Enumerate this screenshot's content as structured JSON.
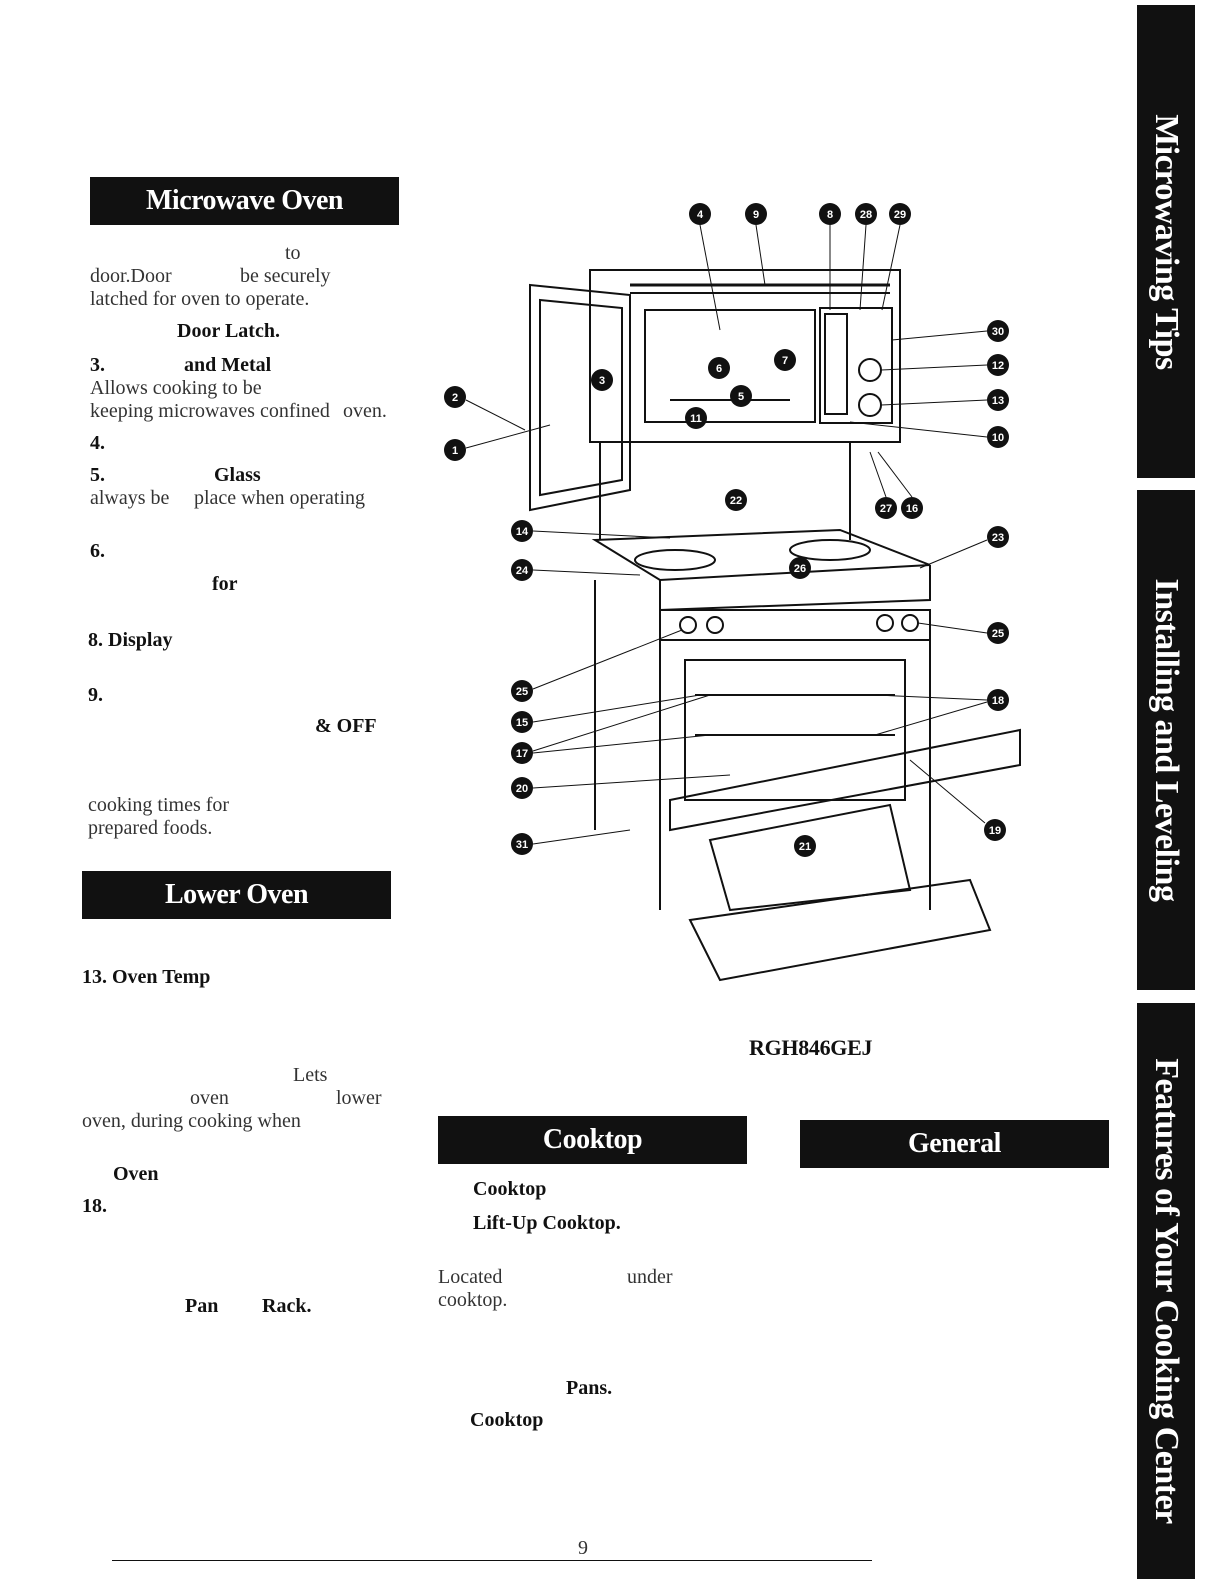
{
  "sections": {
    "microwave_oven": "Microwave Oven",
    "lower_oven": "Lower Oven",
    "cooktop": "Cooktop",
    "general": "General"
  },
  "side_tabs": [
    "Microwaving Tips",
    "Installing and Leveling",
    "Features of Your Cooking Center"
  ],
  "left_column": {
    "l1": "to",
    "l2": "door.Door",
    "l3": "be securely",
    "l4": "latched for oven to operate.",
    "l5": "Door Latch.",
    "l6_num": "3.",
    "l6_bold": "and Metal",
    "l7": "Allows cooking to be",
    "l8": "keeping microwaves confined",
    "l8b": "oven.",
    "l9": "4.",
    "l10_num": "5.",
    "l10_bold": "Glass",
    "l11": "always be",
    "l11b": "place when operating",
    "l12": "6.",
    "l13": "for",
    "l14": "8. Display",
    "l15": "9.",
    "l16": "& OFF",
    "l17": "cooking times for",
    "l18": "prepared foods."
  },
  "lower_column": {
    "l1": "13. Oven Temp",
    "l2": "Lets",
    "l3": "oven",
    "l3b": "lower",
    "l4": "oven, during cooking when",
    "l5": "Oven",
    "l6": "18.",
    "l7": "Pan",
    "l7b": "Rack."
  },
  "cooktop_column": {
    "l1": "Cooktop",
    "l2": "Lift-Up Cooktop.",
    "l3": "Located",
    "l3b": "under",
    "l4": "cooktop.",
    "l5": "Pans.",
    "l6": "Cooktop"
  },
  "model_number": "RGH846GEJ",
  "page_number": "9",
  "callouts": [
    "1",
    "2",
    "3",
    "4",
    "5",
    "6",
    "7",
    "8",
    "9",
    "10",
    "11",
    "12",
    "13",
    "14",
    "15",
    "16",
    "17",
    "18",
    "19",
    "20",
    "21",
    "22",
    "23",
    "24",
    "25",
    "25",
    "26",
    "27",
    "28",
    "29",
    "30",
    "31"
  ]
}
